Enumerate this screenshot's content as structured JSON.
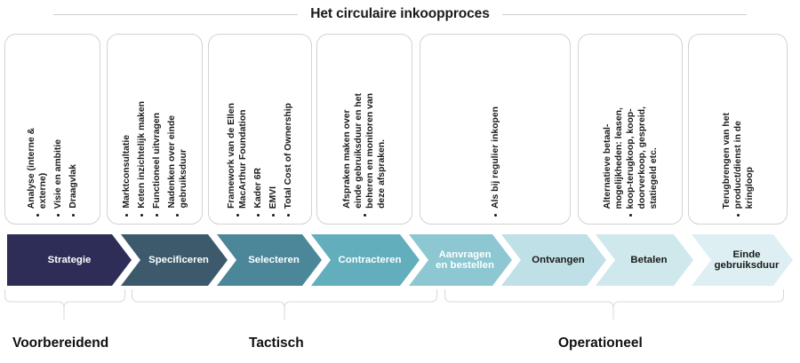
{
  "title": "Het circulaire inkoopproces",
  "cards": [
    {
      "name": "card-strategie",
      "items": [
        "Analyse (interne &\nexterne)",
        "Visie en ambitie",
        "Draagvlak"
      ]
    },
    {
      "name": "card-specificeren",
      "items": [
        "Marktconsultatie",
        "Keten inzichtelijk maken",
        "Functioneel uitvragen",
        "Nadenken over einde\ngebruiksduur"
      ]
    },
    {
      "name": "card-selecteren",
      "items": [
        "Framework van de Ellen\nMacArthur Foundation",
        "Kader 6R",
        "EMVI",
        "Total Cost of Ownership"
      ]
    },
    {
      "name": "card-contracteren",
      "items": [
        "Afspraken maken over\neinde gebruiksduur en het\nbeheren en monitoren van\ndeze afspraken."
      ]
    },
    {
      "name": "card-aanvragen-en-bestellen",
      "items": [
        "Als bij regulier inkopen"
      ]
    },
    {
      "name": "card-betalen",
      "items": [
        "Alternatieve betaal-\nmogelijkheden: leasen,\nkoop-terugkoop, koop-\ndoorverkoop, gespreid,\nstatiegeld etc."
      ]
    },
    {
      "name": "card-einde-gebruiksduur",
      "items": [
        "Terugbrengen van het\nproduct/dienst in de\nkringloop"
      ]
    }
  ],
  "process_steps": [
    {
      "name": "step-strategie",
      "label": "Strategie",
      "color": "#2d2d57",
      "text_color": "#ffffff"
    },
    {
      "name": "step-specificeren",
      "label": "Specificeren",
      "color": "#3c5a6b",
      "text_color": "#ffffff"
    },
    {
      "name": "step-selecteren",
      "label": "Selecteren",
      "color": "#4b8799",
      "text_color": "#ffffff"
    },
    {
      "name": "step-contracteren",
      "label": "Contracteren",
      "color": "#62aebc",
      "text_color": "#ffffff"
    },
    {
      "name": "step-aanvragen-bestellen",
      "label": "Aanvragen\nen bestellen",
      "color": "#8cc7d2",
      "text_color": "#ffffff"
    },
    {
      "name": "step-ontvangen",
      "label": "Ontvangen",
      "color": "#bfe0e6",
      "text_color": "#1a1a1a"
    },
    {
      "name": "step-betalen",
      "label": "Betalen",
      "color": "#cfe8ec",
      "text_color": "#1a1a1a"
    },
    {
      "name": "step-einde-gebruiksduur",
      "label": "Einde\ngebruiksduur",
      "color": "#ddeff2",
      "text_color": "#1a1a1a"
    }
  ],
  "categories": [
    {
      "name": "category-voorbereidend",
      "label": "Voorbereidend"
    },
    {
      "name": "category-tactisch",
      "label": "Tactisch"
    },
    {
      "name": "category-operationeel",
      "label": "Operationeel"
    }
  ],
  "colors": {
    "card_border": "#d2d2d2",
    "brace": "#d8d8d8",
    "title_rule": "#cfcfcf",
    "text": "#1a1a1a"
  }
}
